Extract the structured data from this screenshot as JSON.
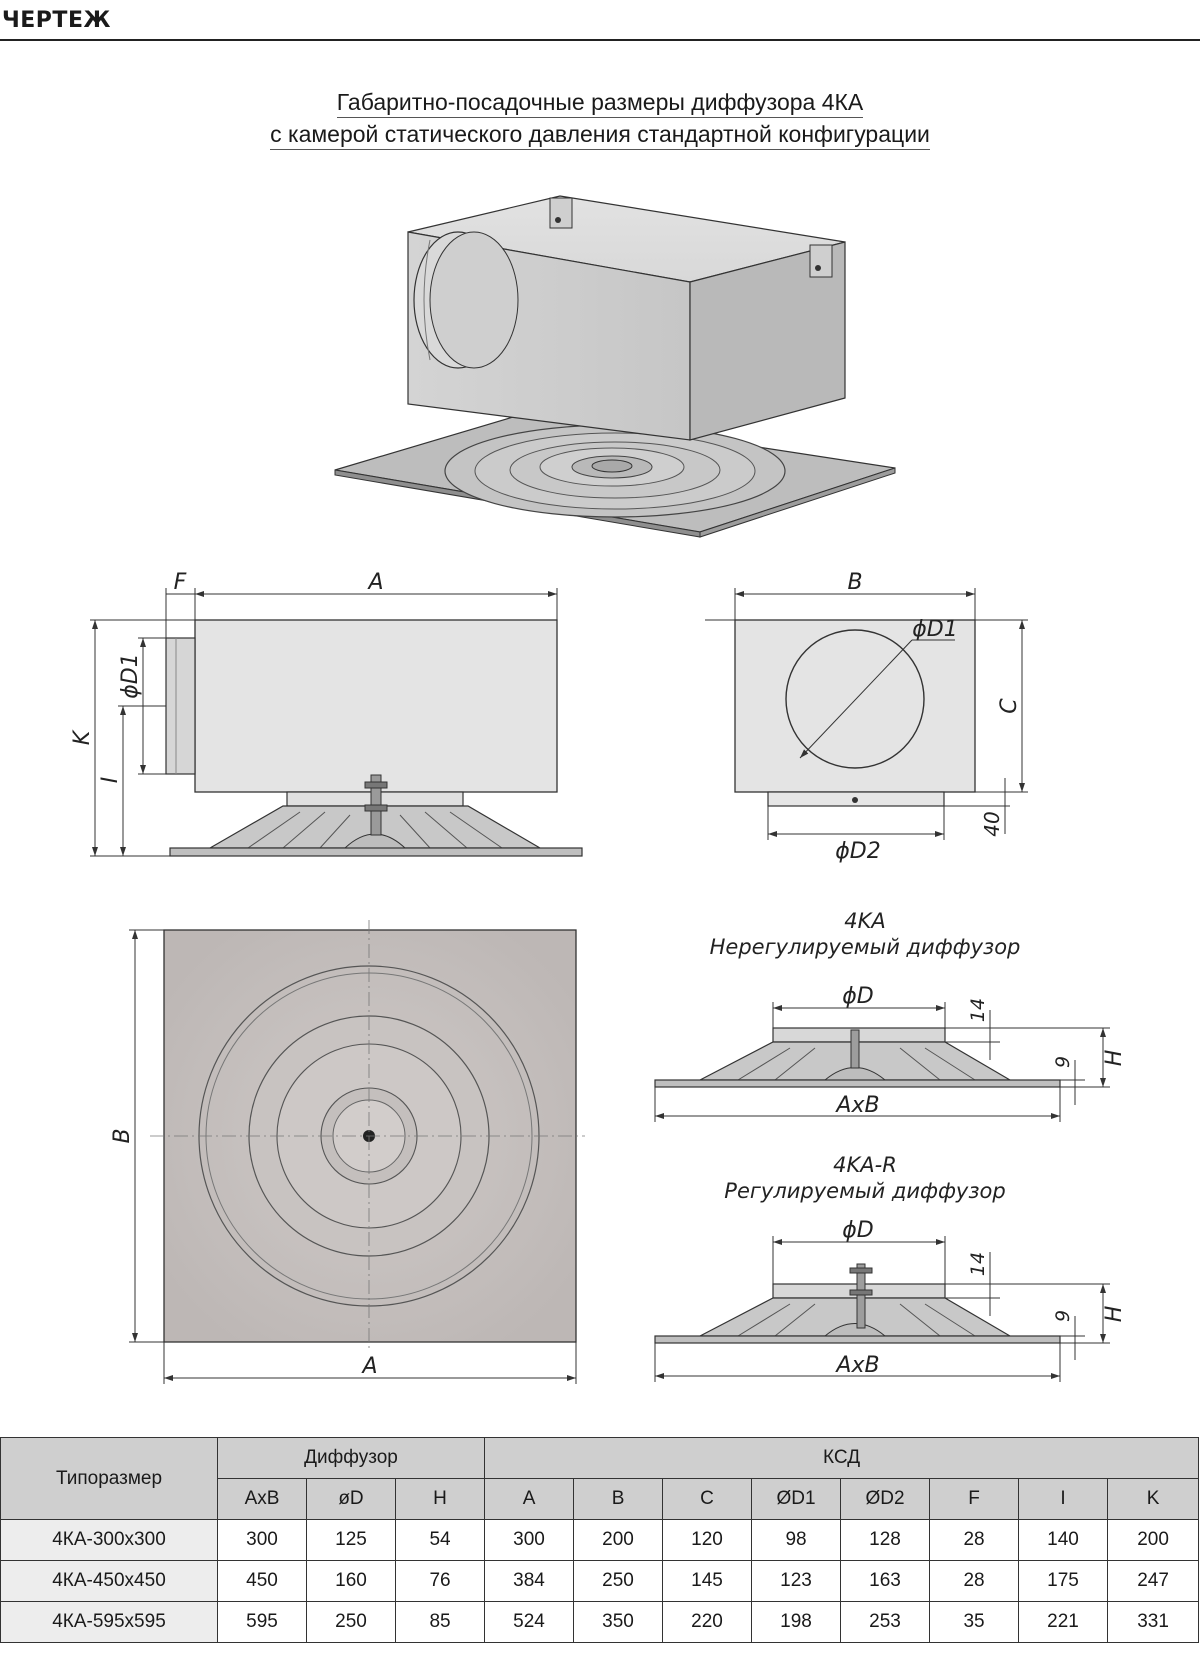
{
  "header": {
    "section_label": "ЧЕРТЕЖ"
  },
  "title": {
    "line1": "Габаритно-посадочные размеры диффузора 4КА",
    "line2": "с камерой статического давления стандартной конфигурации"
  },
  "drawing": {
    "side_view": {
      "dim_F": "F",
      "dim_A": "A",
      "dim_K": "K",
      "dim_I": "I",
      "dim_D1": "ϕD1"
    },
    "end_view": {
      "dim_B": "B",
      "dim_C": "C",
      "dim_D1": "ϕD1",
      "dim_D2": "ϕD2",
      "dim_40": "40"
    },
    "top_view": {
      "dim_A": "A",
      "dim_B": "B"
    },
    "diffuser_4ka": {
      "model": "4KA",
      "caption": "Нерегулируемый диффузор",
      "dim_D": "ϕD",
      "dim_14": "14",
      "dim_9": "9",
      "dim_H": "H",
      "dim_AxB": "AxB"
    },
    "diffuser_4ka_r": {
      "model": "4KA-R",
      "caption": "Регулируемый диффузор",
      "dim_D": "ϕD",
      "dim_14": "14",
      "dim_9": "9",
      "dim_H": "H",
      "dim_AxB": "AxB"
    }
  },
  "table": {
    "headers": {
      "type": "Типоразмер",
      "diffuser_group": "Диффузор",
      "ksd_group": "КСД",
      "diffuser_cols": [
        "AxB",
        "øD",
        "H"
      ],
      "ksd_cols": [
        "A",
        "B",
        "C",
        "ØD1",
        "ØD2",
        "F",
        "I",
        "K"
      ]
    },
    "rows": [
      {
        "name": "4КА-300х300",
        "values": [
          "300",
          "125",
          "54",
          "300",
          "200",
          "120",
          "98",
          "128",
          "28",
          "140",
          "200"
        ]
      },
      {
        "name": "4КА-450х450",
        "values": [
          "450",
          "160",
          "76",
          "384",
          "250",
          "145",
          "123",
          "163",
          "28",
          "175",
          "247"
        ]
      },
      {
        "name": "4КА-595х595",
        "values": [
          "595",
          "250",
          "85",
          "524",
          "350",
          "220",
          "198",
          "253",
          "35",
          "221",
          "331"
        ]
      }
    ]
  },
  "colors": {
    "fill_light": "#e6e6e6",
    "fill_mid": "#c9c9c9",
    "fill_dark": "#a8a8a8",
    "line": "#333333",
    "header_bg": "#cfcfcf"
  }
}
